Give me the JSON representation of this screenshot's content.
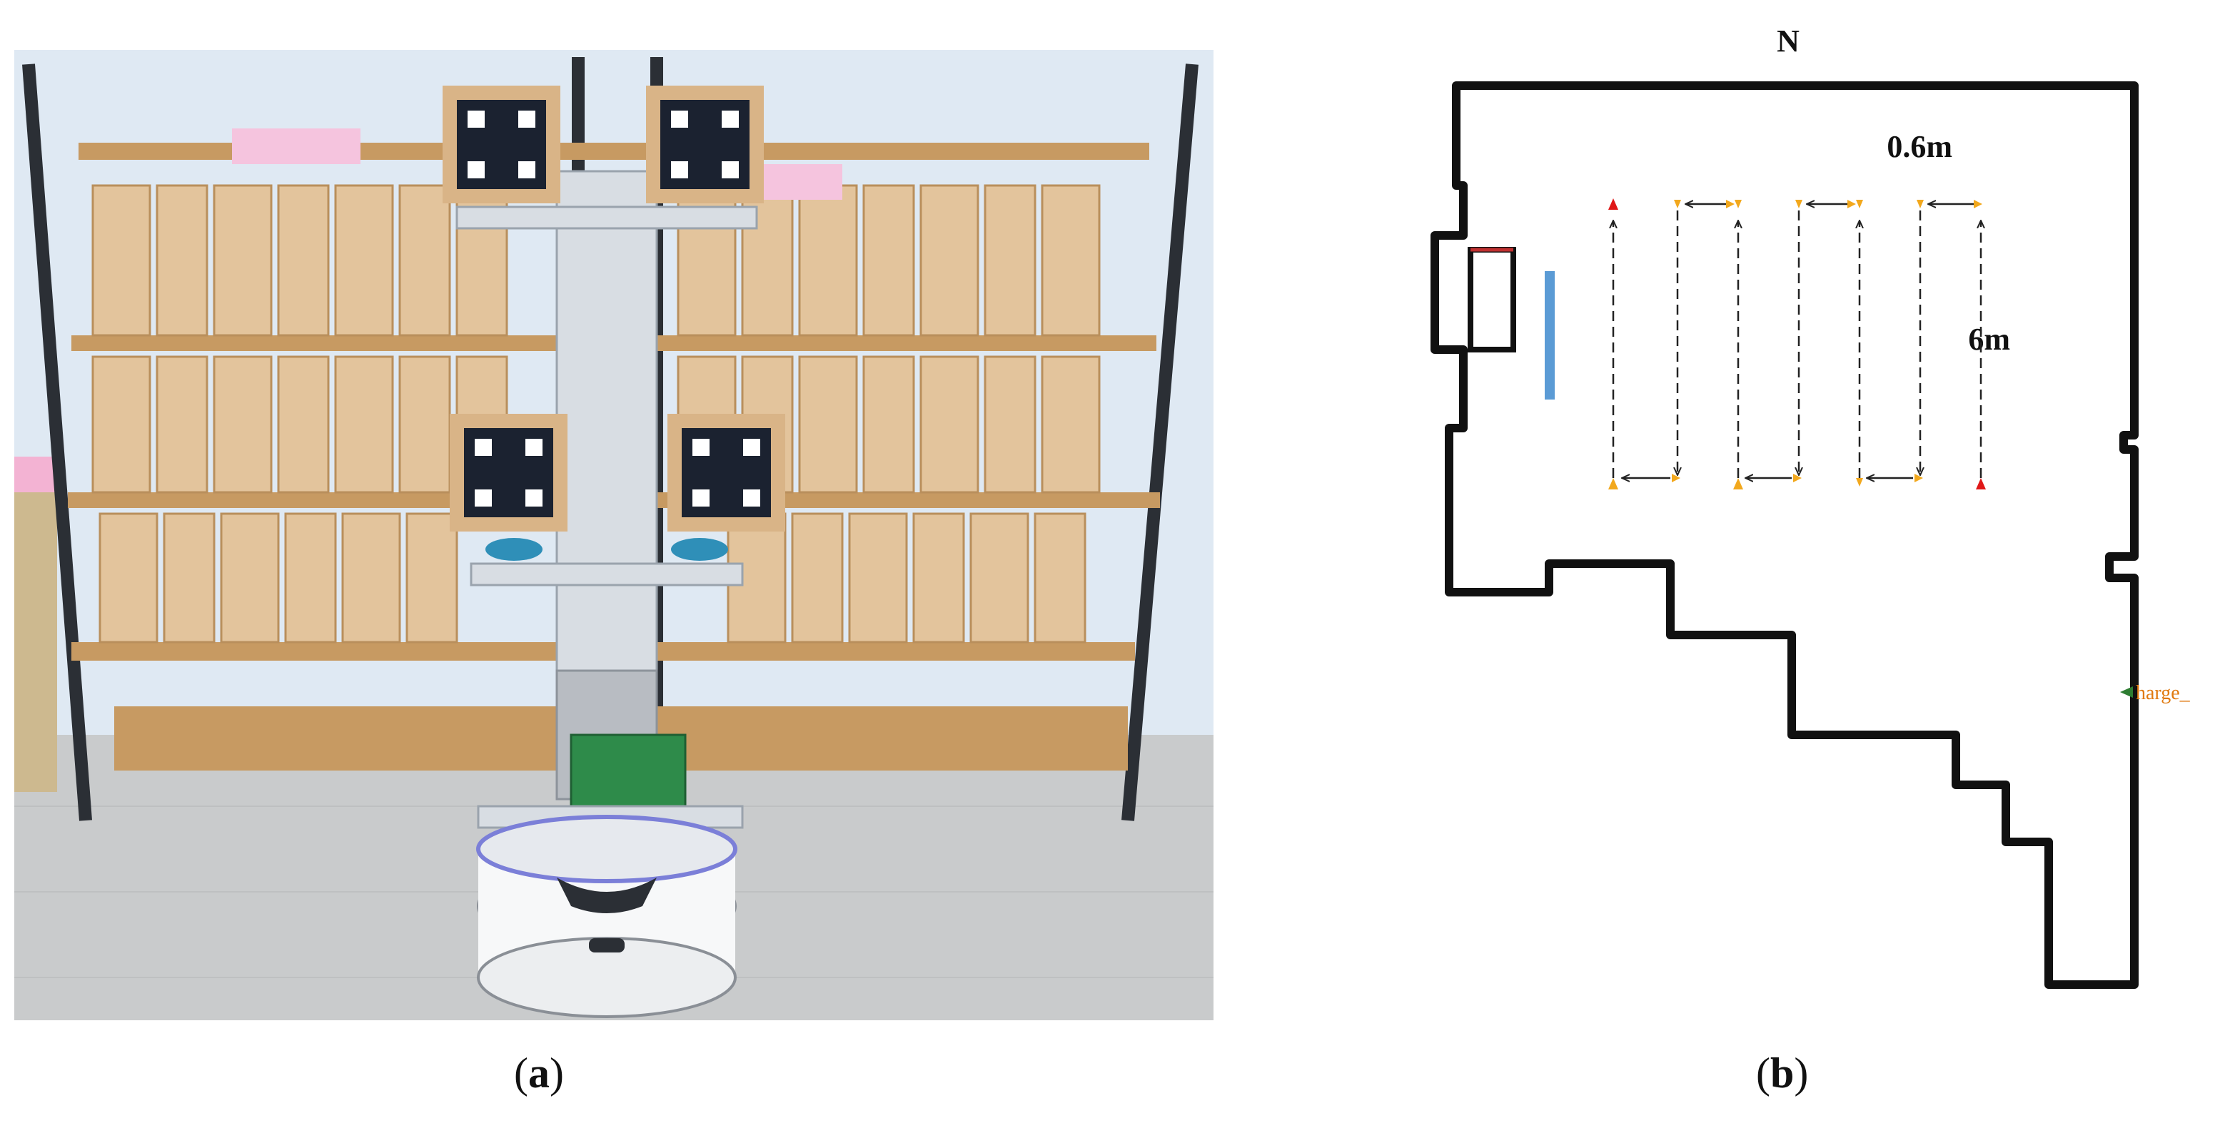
{
  "figure": {
    "panel_a": {
      "caption_letter": "a"
    },
    "panel_b": {
      "caption_letter": "b",
      "compass_label": "N",
      "spacing_label": "0.6m",
      "length_label": "6m",
      "charge_label": "harge_"
    }
  },
  "colors": {
    "wall": "#111111",
    "route_line": "#222222",
    "start_marker": "#e01818",
    "waypoint_marker": "#f2a81d",
    "shelf_marker": "#5b9bd5",
    "charge_marker": "#2e7d32",
    "charge_text": "#e07a10"
  }
}
